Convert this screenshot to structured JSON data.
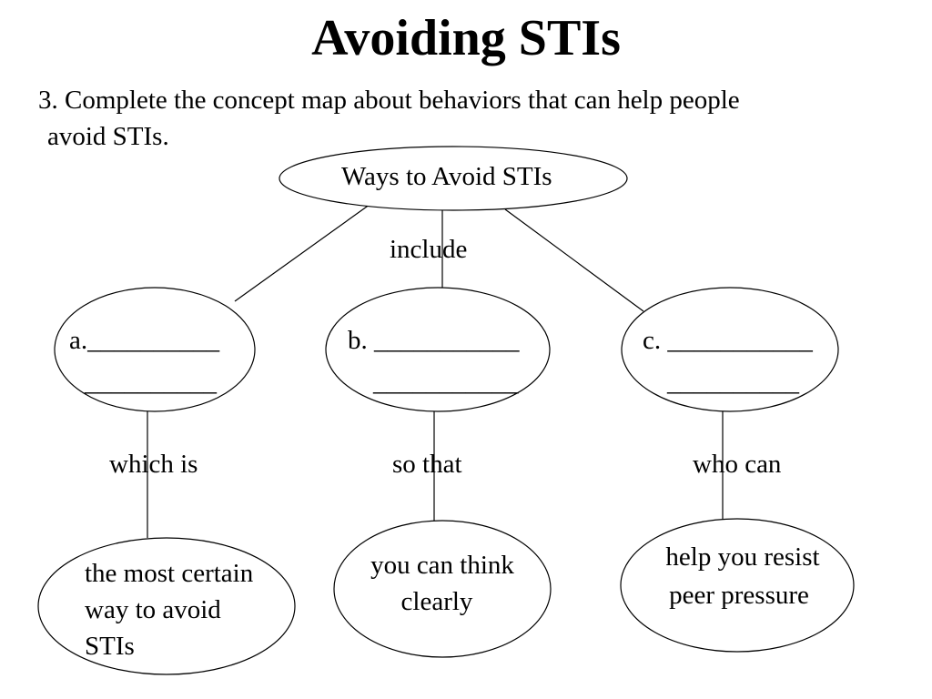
{
  "title": "Avoiding STIs",
  "instruction": {
    "line1": "3. Complete the concept map about behaviors that can help people",
    "line2": "avoid STIs."
  },
  "concept_map": {
    "root": "Ways to Avoid STIs",
    "link_root": "include",
    "branches": [
      {
        "blank_line1": "a.__________",
        "blank_line2": "__________",
        "link": "which is",
        "answer_lines": [
          "the most certain",
          "way to avoid",
          "STIs"
        ]
      },
      {
        "blank_line1": "b. ___________",
        "blank_line2": "___________",
        "link": "so that",
        "answer_lines": [
          "you can think",
          "clearly"
        ]
      },
      {
        "blank_line1": "c. ___________",
        "blank_line2": "__________",
        "link": "who can",
        "answer_lines": [
          "help you resist",
          "peer pressure"
        ]
      }
    ]
  }
}
